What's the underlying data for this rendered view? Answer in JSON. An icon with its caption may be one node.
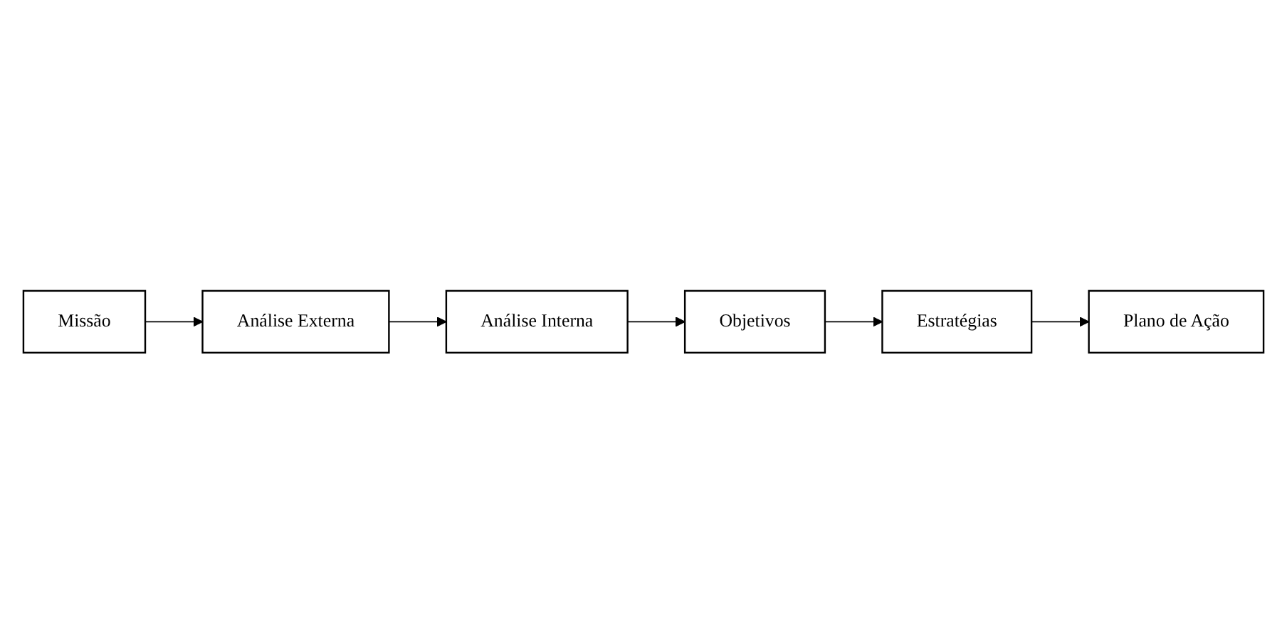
{
  "diagram": {
    "nodes": [
      {
        "text": [
          "Missão"
        ]
      },
      {
        "text": [
          "Análise Externa"
        ]
      },
      {
        "text": [
          "Análise Interna"
        ]
      },
      {
        "text": [
          "Objetivos"
        ]
      },
      {
        "text": [
          "Estratégias"
        ]
      },
      {
        "text": [
          "Plano de Ação"
        ]
      }
    ],
    "edges": [
      {
        "from": 0,
        "to": 1,
        "arrow": "to"
      },
      {
        "from": 1,
        "to": 2,
        "arrow": "to"
      },
      {
        "from": 2,
        "to": 3,
        "arrow": "to"
      },
      {
        "from": 3,
        "to": 4,
        "arrow": "to"
      },
      {
        "from": 4,
        "to": 5,
        "arrow": "to"
      }
    ]
  }
}
